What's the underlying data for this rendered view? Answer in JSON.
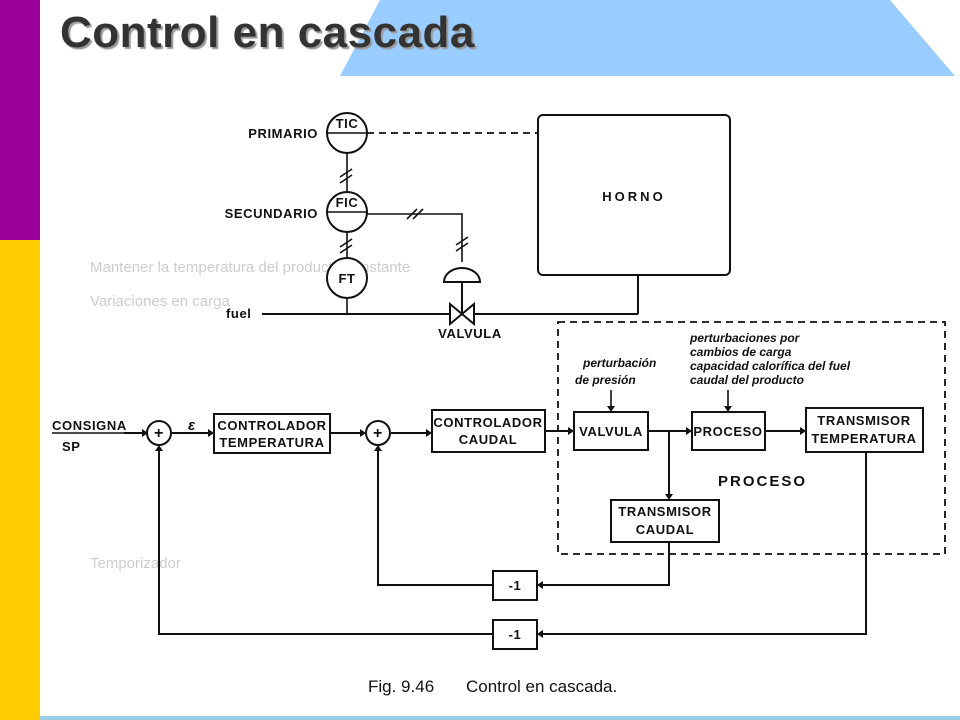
{
  "slide": {
    "title": "Control en cascada",
    "colors": {
      "left_bar_top": "#990099",
      "left_bar_bottom": "#FFCC00",
      "title_band": "#99CCFF"
    }
  },
  "top_diagram": {
    "instruments": {
      "primary_label": "PRIMARIO",
      "tic": "TIC",
      "secondary_label": "SECUNDARIO",
      "fic": "FIC",
      "ft": "FT"
    },
    "furnace": "HORNO",
    "fuel": "fuel",
    "valve": "VALVULA"
  },
  "block_diagram": {
    "setpoint_line1": "CONSIGNA",
    "setpoint_line2": "SP",
    "error_symbol": "ε",
    "temp_controller": [
      "CONTROLADOR",
      "TEMPERATURA"
    ],
    "flow_controller": [
      "CONTROLADOR",
      "CAUDAL"
    ],
    "valve": "VALVULA",
    "process": "PROCESO",
    "temp_transmitter": [
      "TRANSMISOR",
      "TEMPERATURA"
    ],
    "flow_transmitter": [
      "TRANSMISOR",
      "CAUDAL"
    ],
    "pressure_disturbance": [
      "perturbación",
      "de presión"
    ],
    "load_disturbances": [
      "perturbaciones por",
      "cambios de carga",
      "capacidad calorífica del fuel",
      "caudal del producto"
    ],
    "process_region_label": "PROCESO",
    "neg_gain": "-1",
    "sum_symbol": "+"
  },
  "caption": {
    "figure": "Fig. 9.46",
    "text": "Control en cascada."
  },
  "background_text": {
    "faded_lines": [
      "Mantener la temperatura del producto constante",
      "Temporizador",
      "Variaciones en carga"
    ]
  }
}
